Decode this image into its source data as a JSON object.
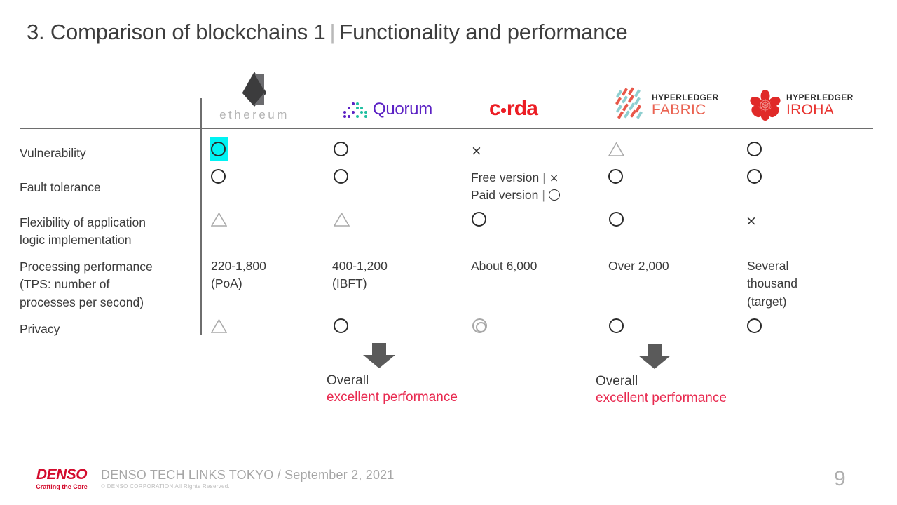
{
  "slide": {
    "title_main": "3. Comparison of blockchains 1",
    "title_divider": "|",
    "title_sub": "Functionality and performance",
    "page_number": "9"
  },
  "columns": [
    {
      "key": "ethereum",
      "logo_name": "ethereum-logo",
      "label": "ethereum"
    },
    {
      "key": "quorum",
      "logo_name": "quorum-logo",
      "label": "Quorum"
    },
    {
      "key": "corda",
      "logo_name": "corda-logo",
      "label": "c·rda",
      "label_a": "c",
      "label_b": "rda"
    },
    {
      "key": "fabric",
      "logo_name": "hyperledger-fabric-logo",
      "label_top": "HYPERLEDGER",
      "label_bottom": "FABRIC"
    },
    {
      "key": "iroha",
      "logo_name": "hyperledger-iroha-logo",
      "label_top": "HYPERLEDGER",
      "label_bottom": "IROHA"
    }
  ],
  "rows": [
    {
      "label": "Vulnerability"
    },
    {
      "label": "Fault tolerance"
    },
    {
      "label_line1": "Flexibility of application",
      "label_line2": "logic implementation"
    },
    {
      "label_line1": "Processing performance",
      "label_line2": " (TPS: number of",
      "label_line3": "processes per second)"
    },
    {
      "label": "Privacy"
    }
  ],
  "cells": {
    "vulnerability": {
      "ethereum": {
        "symbol": "circle",
        "highlighted": true
      },
      "quorum": {
        "symbol": "circle"
      },
      "corda": {
        "symbol": "x",
        "text": "×"
      },
      "fabric": {
        "symbol": "triangle"
      },
      "iroha": {
        "symbol": "circle"
      }
    },
    "fault_tolerance": {
      "ethereum": {
        "symbol": "circle"
      },
      "quorum": {
        "symbol": "circle"
      },
      "corda": {
        "symbol": "text",
        "line1_label": "Free version",
        "line1_sep": "|",
        "line1_mark": "×",
        "line2_label": "Paid version",
        "line2_sep": "|",
        "line2_mark": "circle",
        "trailing_mark": "circle"
      },
      "fabric": {
        "symbol": "circle"
      },
      "iroha": {
        "symbol": "circle"
      }
    },
    "flexibility": {
      "ethereum": {
        "symbol": "triangle"
      },
      "quorum": {
        "symbol": "triangle"
      },
      "corda": {
        "symbol": "circle"
      },
      "fabric": {
        "symbol": "circle"
      },
      "iroha": {
        "symbol": "x",
        "text": "×"
      }
    },
    "processing_performance": {
      "ethereum": {
        "line1": "220-1,800",
        "line2": "(PoA)"
      },
      "quorum": {
        "line1": "400-1,200",
        "line2": "(IBFT)"
      },
      "corda": {
        "line1": "About 6,000"
      },
      "fabric": {
        "line1": "Over 2,000"
      },
      "iroha": {
        "line1": "Several",
        "line2": "thousand",
        "line3": "(target)"
      }
    },
    "privacy": {
      "ethereum": {
        "symbol": "triangle"
      },
      "quorum": {
        "symbol": "circle"
      },
      "corda": {
        "symbol": "double-circle"
      },
      "fabric": {
        "symbol": "circle"
      },
      "iroha": {
        "symbol": "circle"
      }
    }
  },
  "callouts": [
    {
      "key": "quorum-callout",
      "line1": "Overall",
      "line2": "excellent performance"
    },
    {
      "key": "fabric-callout",
      "line1": "Overall",
      "line2": "excellent performance"
    }
  ],
  "footer": {
    "brand": "DENSO",
    "tagline": "Crafting the Core",
    "event": "DENSO TECH LINKS TOKYO / September 2, 2021",
    "copyright": "© DENSO  CORPORATION All Rights  Reserved."
  },
  "colors": {
    "highlight": "#00f3f3",
    "accent_red": "#e8294f",
    "denso_red": "#d30c2d",
    "corda_red": "#ec1d24",
    "quorum_purple": "#5b21c4",
    "quorum_teal": "#1fbfa0",
    "fabric_orange": "#ea6352",
    "iroha_red": "#e8332f"
  }
}
